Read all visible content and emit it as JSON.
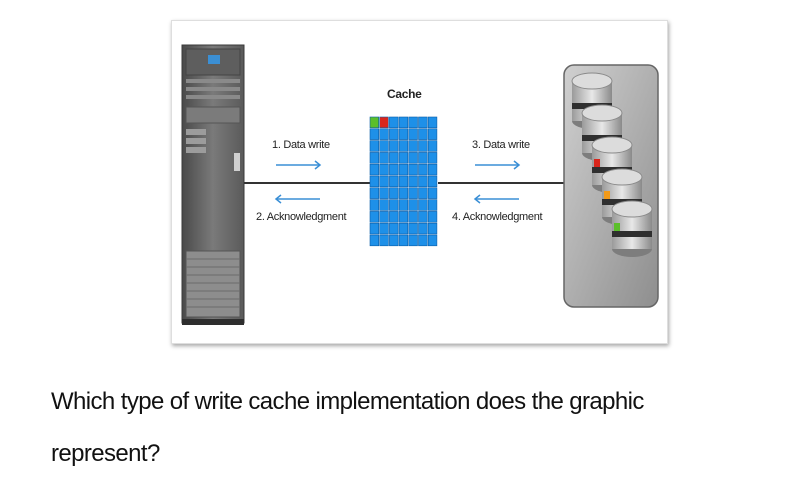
{
  "diagram": {
    "cache_label": "Cache",
    "step1": "1. Data write",
    "step2": "2. Acknowledgment",
    "step3": "3. Data write",
    "step4": "4. Acknowledgment"
  },
  "question": {
    "line1": "Which type of write cache implementation does the graphic",
    "line2": "represent?"
  },
  "colors": {
    "arrow": "#3a8fd6",
    "cache_block": "#1e90e8",
    "cache_highlight_green": "#5bbf2a",
    "cache_highlight_red": "#d9261c",
    "server_body": "#6d6d6d",
    "storage_body": "#8a8a8a"
  }
}
